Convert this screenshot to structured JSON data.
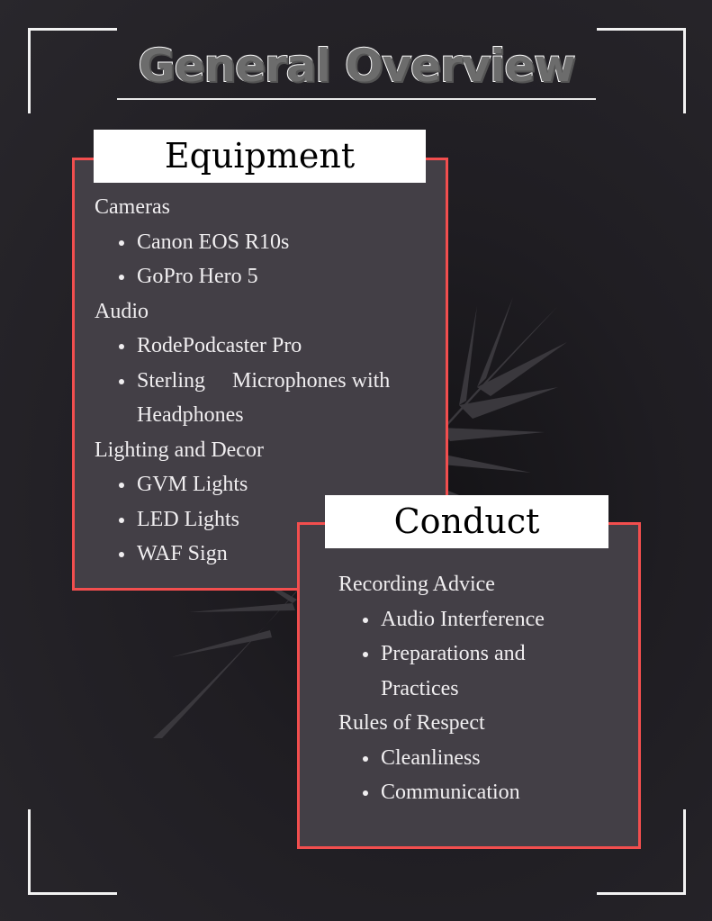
{
  "title": "General Overview",
  "equipment": {
    "heading": "Equipment",
    "sections": [
      {
        "label": "Cameras",
        "items": [
          "Canon EOS R10s",
          "GoPro Hero 5"
        ]
      },
      {
        "label": "Audio",
        "items": [
          "RodePodcaster Pro",
          "Sterling     Microphones with Headphones"
        ]
      },
      {
        "label": "Lighting and Decor",
        "items": [
          "GVM Lights",
          "LED Lights",
          "WAF Sign"
        ]
      }
    ]
  },
  "conduct": {
    "heading": "Conduct",
    "sections": [
      {
        "label": "Recording Advice",
        "items": [
          "Audio Interference",
          "Preparations and Practices"
        ]
      },
      {
        "label": "Rules of Respect",
        "items": [
          "Cleanliness",
          "Communication"
        ]
      }
    ]
  },
  "colors": {
    "accent": "#f24e4e",
    "panel": "#433f46",
    "background": "#262429"
  }
}
